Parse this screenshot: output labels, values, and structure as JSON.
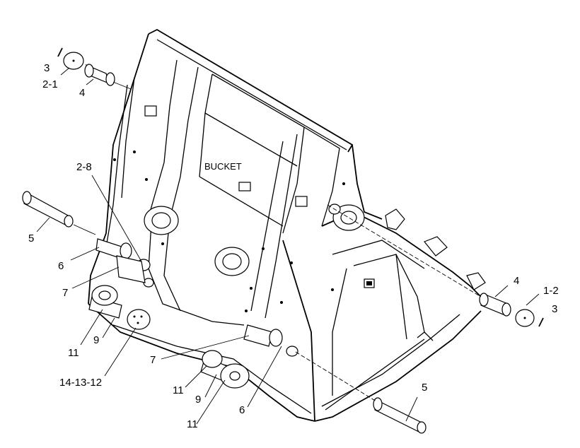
{
  "diagram": {
    "title": "BUCKET",
    "callouts": [
      "3",
      "2-1",
      "4",
      "2-8",
      "5",
      "6",
      "7",
      "11",
      "9",
      "14-13-12",
      "7",
      "11",
      "9",
      "11",
      "6",
      "4",
      "1-2",
      "3",
      "5"
    ]
  },
  "colors": {
    "ink": "#000000",
    "background": "#ffffff"
  }
}
